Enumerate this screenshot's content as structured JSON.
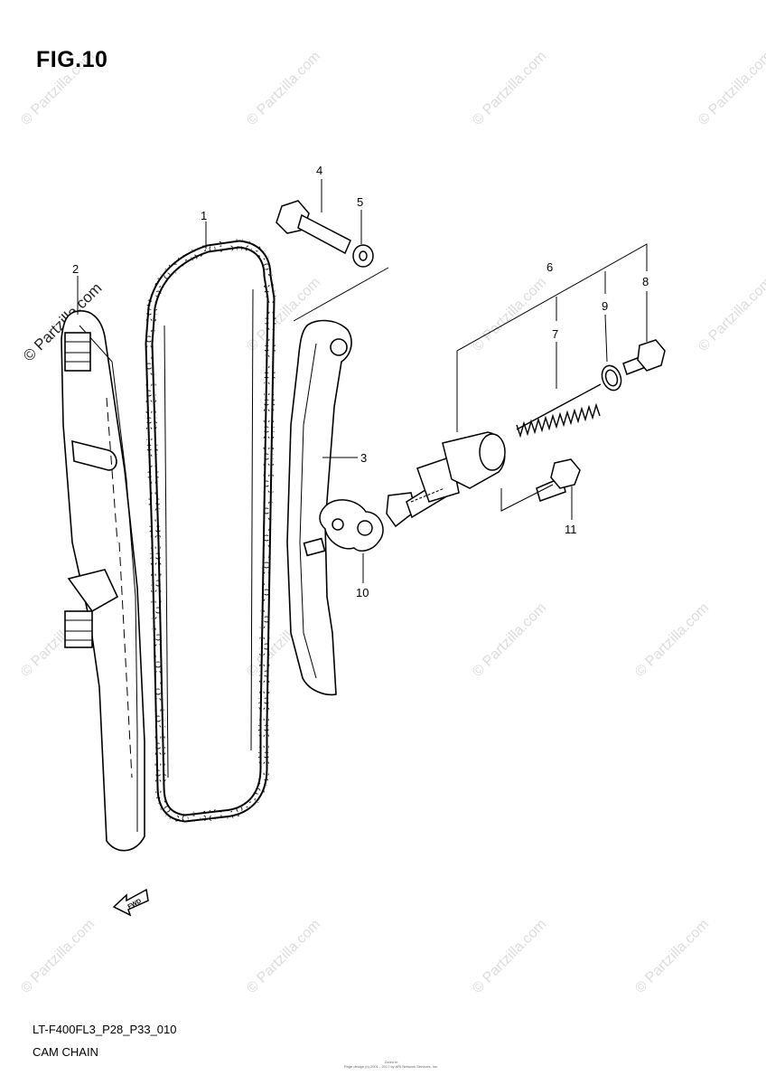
{
  "figure": {
    "title": "FIG.10",
    "code": "LT-F400FL3_P28_P33_010",
    "name": "CAM CHAIN"
  },
  "watermark": {
    "text": "© Partzilla.com",
    "main_text": "© Partzilla.com"
  },
  "callouts": [
    {
      "id": "1",
      "label": "1"
    },
    {
      "id": "2",
      "label": "2"
    },
    {
      "id": "3",
      "label": "3"
    },
    {
      "id": "4",
      "label": "4"
    },
    {
      "id": "5",
      "label": "5"
    },
    {
      "id": "6",
      "label": "6"
    },
    {
      "id": "7",
      "label": "7"
    },
    {
      "id": "8",
      "label": "8"
    },
    {
      "id": "9",
      "label": "9"
    },
    {
      "id": "10",
      "label": "10"
    },
    {
      "id": "11",
      "label": "11"
    }
  ],
  "fwd_arrow": {
    "label": "FWD"
  },
  "footer": {
    "line1": "Zoom In",
    "line2": "Page design (c) 2001 - 2017 by ARI Network Services, Inc."
  },
  "colors": {
    "line": "#000000",
    "background": "#ffffff",
    "watermark": "#dcdcdc"
  }
}
